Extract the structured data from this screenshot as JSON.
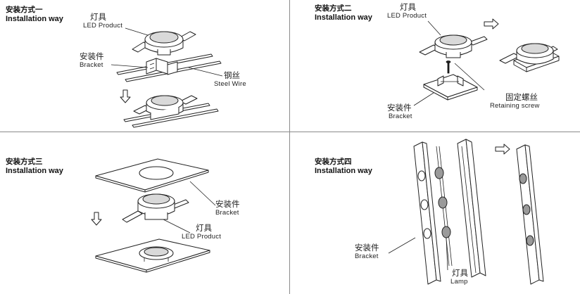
{
  "panels": [
    {
      "title_zh": "安装方式一",
      "title_en": "Installation way",
      "labels": {
        "lamp_zh": "灯具",
        "lamp_en": "LED Product",
        "bracket_zh": "安装件",
        "bracket_en": "Bracket",
        "wire_zh": "钢丝",
        "wire_en": "Steel Wire"
      }
    },
    {
      "title_zh": "安装方式二",
      "title_en": "Installation way",
      "labels": {
        "lamp_zh": "灯具",
        "lamp_en": "LED Product",
        "screw_zh": "固定螺丝",
        "screw_en": "Retaining screw",
        "bracket_zh": "安装件",
        "bracket_en": "Bracket"
      }
    },
    {
      "title_zh": "安装方式三",
      "title_en": "Installation way",
      "labels": {
        "bracket_zh": "安装件",
        "bracket_en": "Bracket",
        "lamp_zh": "灯具",
        "lamp_en": "LED Product"
      }
    },
    {
      "title_zh": "安装方式四",
      "title_en": "Installation way",
      "labels": {
        "bracket_zh": "安装件",
        "bracket_en": "Bracket",
        "lamp_zh": "灯具",
        "lamp_en": "Lamp"
      }
    }
  ],
  "icons": [
    "arrow-down-icon",
    "arrow-right-icon"
  ]
}
